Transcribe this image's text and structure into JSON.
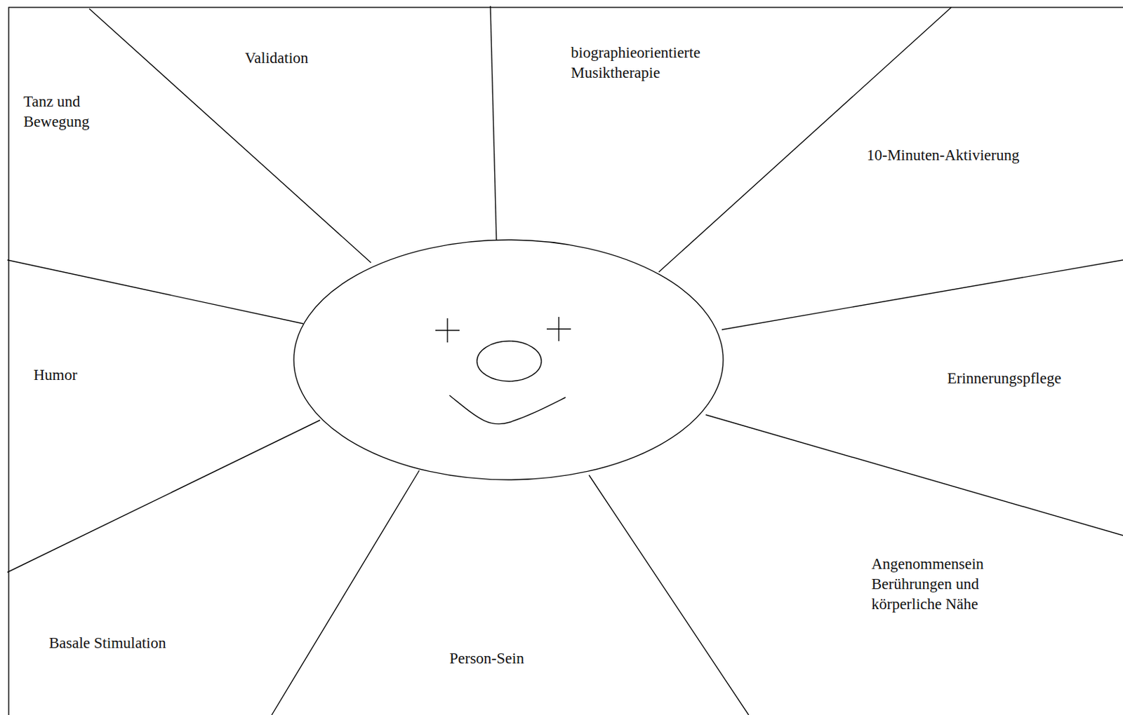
{
  "diagram": {
    "labels": [
      "Validation",
      "biographieorientierte Musiktherapie",
      "Tanz und Bewegung",
      "10-Minuten-Aktivierung",
      "Humor",
      "Erinnerungspflege",
      "Angenommensein Berührungen und körperliche Nähe",
      "Basale Stimulation",
      "Person-Sein"
    ]
  }
}
